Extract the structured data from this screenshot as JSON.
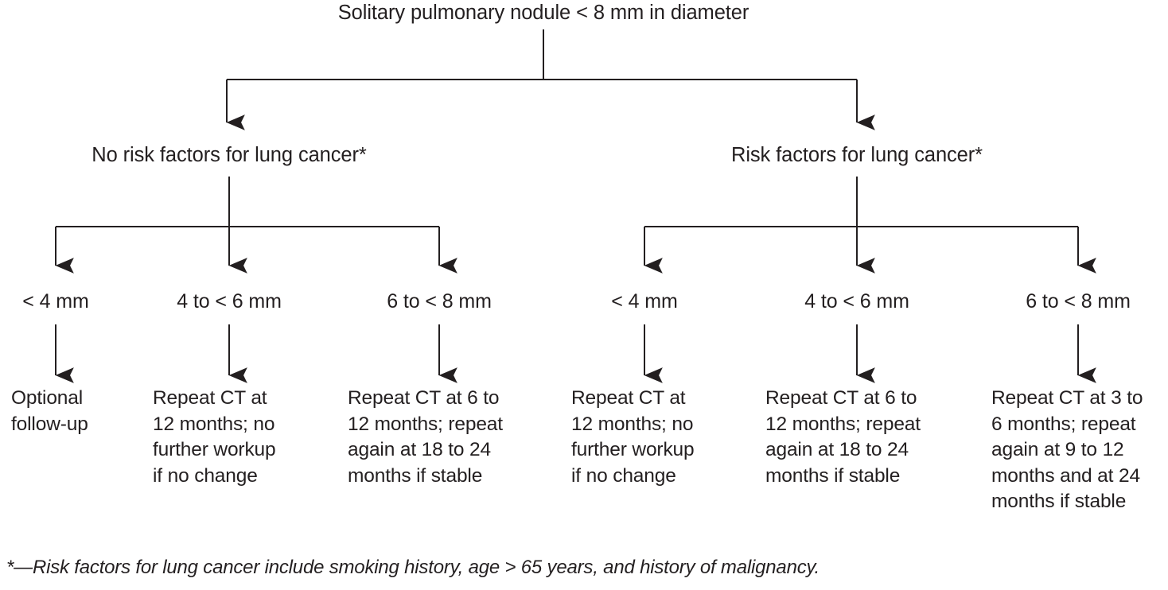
{
  "diagram": {
    "title": "Solitary pulmonary nodule < 8 mm in diameter",
    "footnote": "*—Risk factors for lung cancer include smoking history, age > 65 years, and history of malignancy.",
    "line_color": "#231f20",
    "text_color": "#231f20",
    "background": "#ffffff",
    "branches": [
      {
        "label": "No risk factors for lung cancer*"
      },
      {
        "label": "Risk factors for lung cancer*"
      }
    ],
    "sizes": [
      {
        "label": "< 4 mm"
      },
      {
        "label": "4 to < 6 mm"
      },
      {
        "label": "6 to < 8 mm"
      },
      {
        "label": "< 4 mm"
      },
      {
        "label": "4 to < 6 mm"
      },
      {
        "label": "6 to < 8 mm"
      }
    ],
    "recommendations": [
      {
        "lines": [
          "Optional",
          "follow-up"
        ]
      },
      {
        "lines": [
          "Repeat CT at",
          "12 months; no",
          "further workup",
          "if no change"
        ]
      },
      {
        "lines": [
          "Repeat CT at 6 to",
          "12 months; repeat",
          "again at 18 to 24",
          "months if stable"
        ]
      },
      {
        "lines": [
          "Repeat CT at",
          "12 months; no",
          "further workup",
          "if no change"
        ]
      },
      {
        "lines": [
          "Repeat CT at 6 to",
          "12 months; repeat",
          "again at 18 to 24",
          "months if stable"
        ]
      },
      {
        "lines": [
          "Repeat CT at 3 to",
          "6 months; repeat",
          "again at 9 to 12",
          "months and at 24",
          "months if stable"
        ]
      }
    ]
  }
}
